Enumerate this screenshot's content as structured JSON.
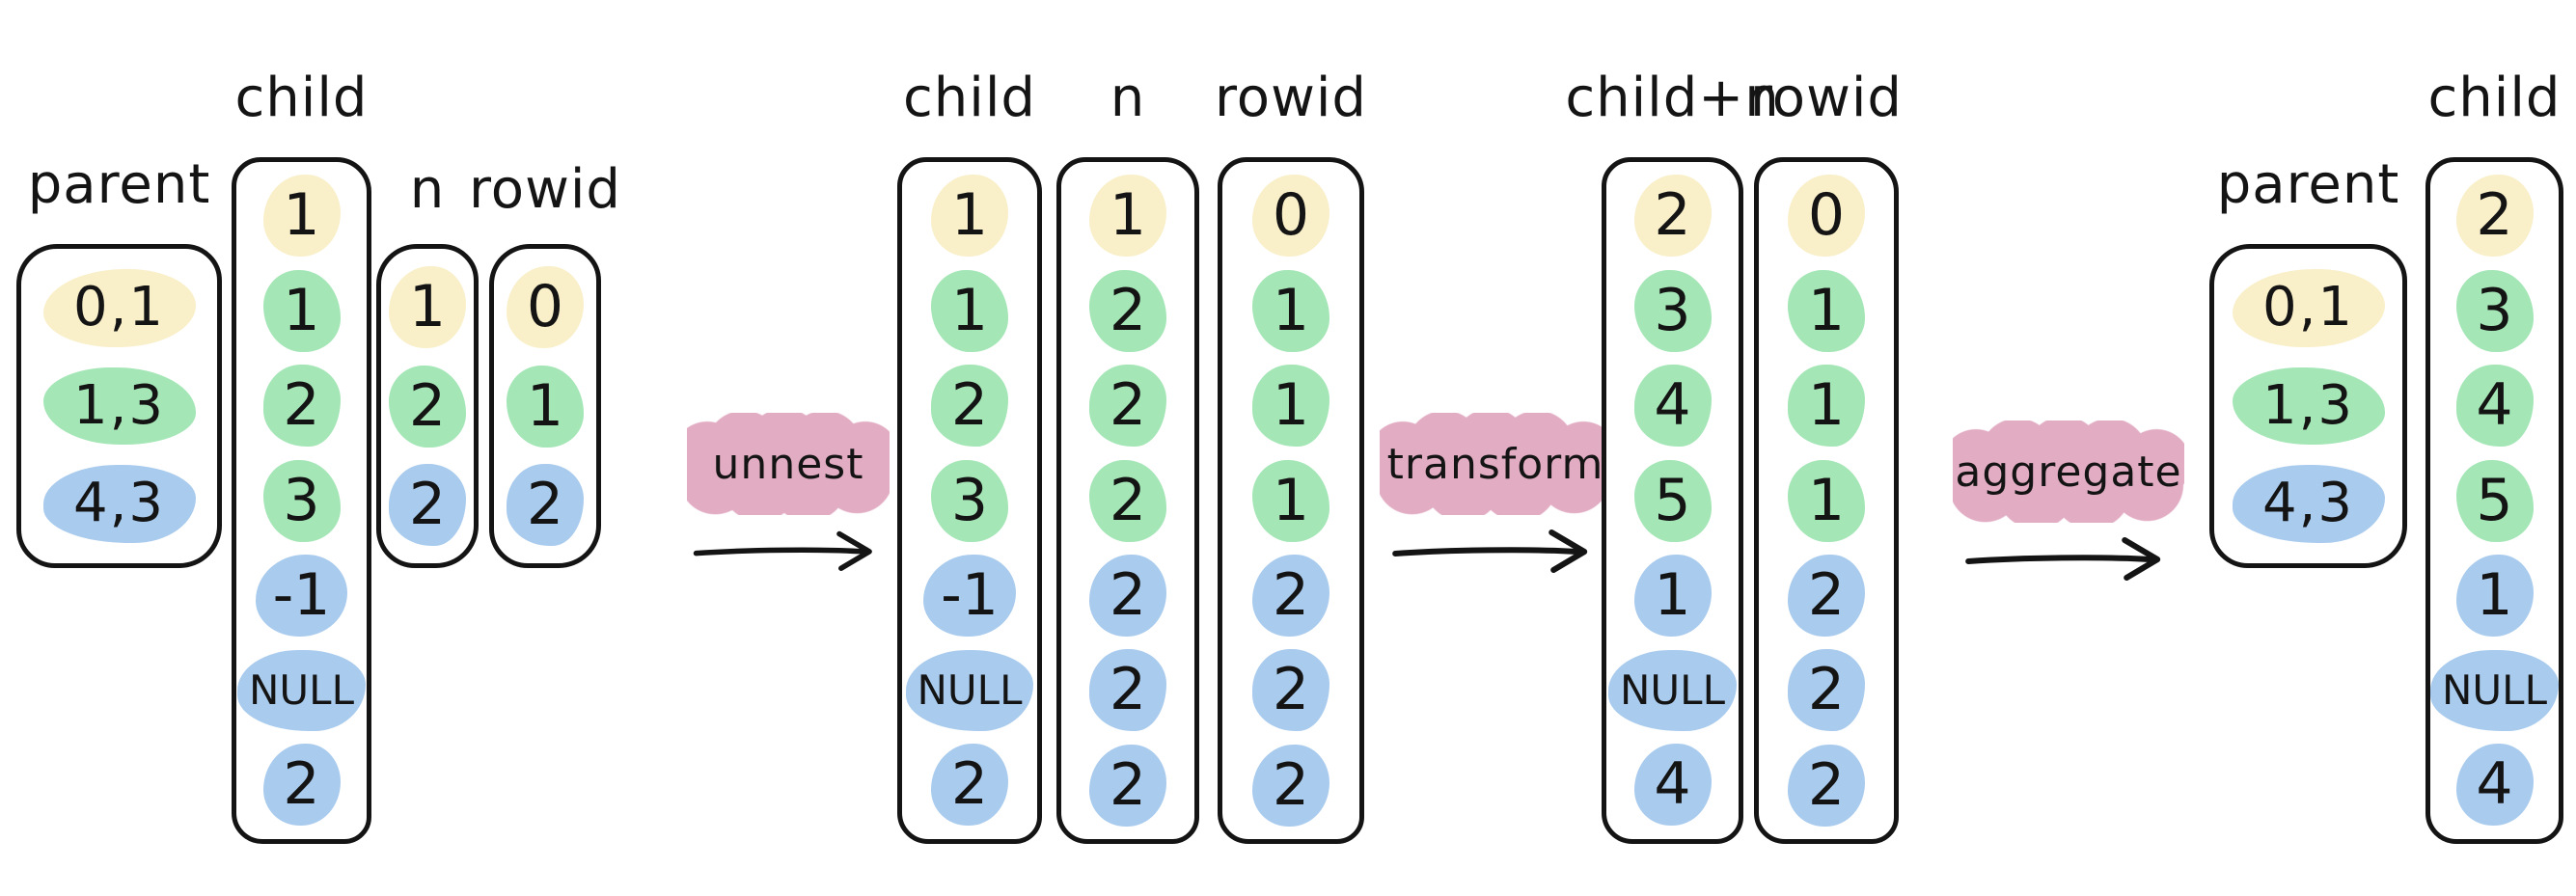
{
  "colors": {
    "yellow": "#f9efc9",
    "green": "#a4e6b6",
    "blue": "#a9cbee",
    "pink": "#e2acc3",
    "ink": "#141414"
  },
  "operations": [
    {
      "id": "unnest",
      "label": "unnest"
    },
    {
      "id": "transform",
      "label": "transform"
    },
    {
      "id": "aggregate",
      "label": "aggregate"
    }
  ],
  "columns": [
    {
      "id": "parent-left",
      "label": "parent",
      "cells": [
        {
          "text": "0,1",
          "color": "yellow"
        },
        {
          "text": "1,3",
          "color": "green"
        },
        {
          "text": "4,3",
          "color": "blue"
        }
      ]
    },
    {
      "id": "child-left",
      "label": "child",
      "cells": [
        {
          "text": "1",
          "color": "yellow"
        },
        {
          "text": "1",
          "color": "green"
        },
        {
          "text": "2",
          "color": "green"
        },
        {
          "text": "3",
          "color": "green"
        },
        {
          "text": "-1",
          "color": "blue"
        },
        {
          "text": "NULL",
          "color": "blue"
        },
        {
          "text": "2",
          "color": "blue"
        }
      ]
    },
    {
      "id": "n-left",
      "label": "n",
      "cells": [
        {
          "text": "1",
          "color": "yellow"
        },
        {
          "text": "2",
          "color": "green"
        },
        {
          "text": "2",
          "color": "blue"
        }
      ]
    },
    {
      "id": "rowid-left",
      "label": "rowid",
      "cells": [
        {
          "text": "0",
          "color": "yellow"
        },
        {
          "text": "1",
          "color": "green"
        },
        {
          "text": "2",
          "color": "blue"
        }
      ]
    },
    {
      "id": "child-middle",
      "label": "child",
      "cells": [
        {
          "text": "1",
          "color": "yellow"
        },
        {
          "text": "1",
          "color": "green"
        },
        {
          "text": "2",
          "color": "green"
        },
        {
          "text": "3",
          "color": "green"
        },
        {
          "text": "-1",
          "color": "blue"
        },
        {
          "text": "NULL",
          "color": "blue"
        },
        {
          "text": "2",
          "color": "blue"
        }
      ]
    },
    {
      "id": "n-middle",
      "label": "n",
      "cells": [
        {
          "text": "1",
          "color": "yellow"
        },
        {
          "text": "2",
          "color": "green"
        },
        {
          "text": "2",
          "color": "green"
        },
        {
          "text": "2",
          "color": "green"
        },
        {
          "text": "2",
          "color": "blue"
        },
        {
          "text": "2",
          "color": "blue"
        },
        {
          "text": "2",
          "color": "blue"
        }
      ]
    },
    {
      "id": "rowid-middle",
      "label": "rowid",
      "cells": [
        {
          "text": "0",
          "color": "yellow"
        },
        {
          "text": "1",
          "color": "green"
        },
        {
          "text": "1",
          "color": "green"
        },
        {
          "text": "1",
          "color": "green"
        },
        {
          "text": "2",
          "color": "blue"
        },
        {
          "text": "2",
          "color": "blue"
        },
        {
          "text": "2",
          "color": "blue"
        }
      ]
    },
    {
      "id": "child-plus-n",
      "label": "child+n",
      "cells": [
        {
          "text": "2",
          "color": "yellow"
        },
        {
          "text": "3",
          "color": "green"
        },
        {
          "text": "4",
          "color": "green"
        },
        {
          "text": "5",
          "color": "green"
        },
        {
          "text": "1",
          "color": "blue"
        },
        {
          "text": "NULL",
          "color": "blue"
        },
        {
          "text": "4",
          "color": "blue"
        }
      ]
    },
    {
      "id": "rowid-right",
      "label": "rowid",
      "cells": [
        {
          "text": "0",
          "color": "yellow"
        },
        {
          "text": "1",
          "color": "green"
        },
        {
          "text": "1",
          "color": "green"
        },
        {
          "text": "1",
          "color": "green"
        },
        {
          "text": "2",
          "color": "blue"
        },
        {
          "text": "2",
          "color": "blue"
        },
        {
          "text": "2",
          "color": "blue"
        }
      ]
    },
    {
      "id": "parent-right",
      "label": "parent",
      "cells": [
        {
          "text": "0,1",
          "color": "yellow"
        },
        {
          "text": "1,3",
          "color": "green"
        },
        {
          "text": "4,3",
          "color": "blue"
        }
      ]
    },
    {
      "id": "child-right",
      "label": "child",
      "cells": [
        {
          "text": "2",
          "color": "yellow"
        },
        {
          "text": "3",
          "color": "green"
        },
        {
          "text": "4",
          "color": "green"
        },
        {
          "text": "5",
          "color": "green"
        },
        {
          "text": "1",
          "color": "blue"
        },
        {
          "text": "NULL",
          "color": "blue"
        },
        {
          "text": "4",
          "color": "blue"
        }
      ]
    }
  ]
}
